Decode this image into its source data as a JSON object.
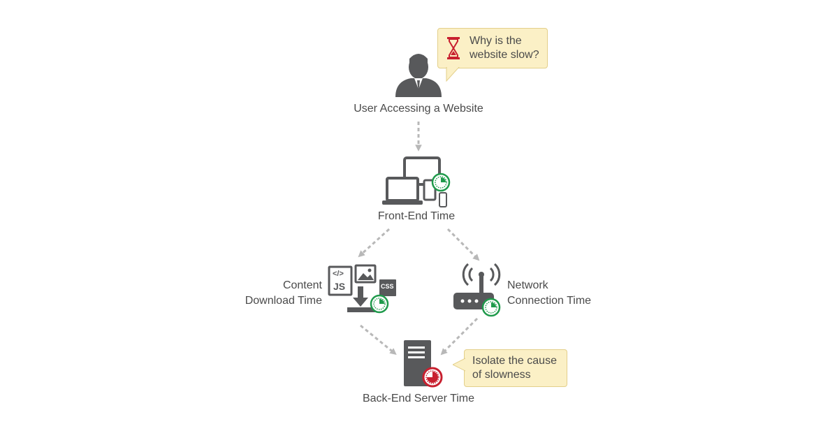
{
  "nodes": {
    "user": {
      "label": "User Accessing a Website",
      "bubble_line1": "Why is the",
      "bubble_line2": "website slow?"
    },
    "frontend": {
      "label": "Front-End Time"
    },
    "content": {
      "label_line1": "Content",
      "label_line2": "Download Time",
      "icon_js": "JS",
      "icon_code": "</>",
      "icon_css": "CSS"
    },
    "network": {
      "label_line1": "Network",
      "label_line2": "Connection Time"
    },
    "backend": {
      "label": "Back-End Server Time",
      "bubble_line1": "Isolate the cause",
      "bubble_line2": "of slowness"
    }
  },
  "colors": {
    "icon": "#58595b",
    "arrow": "#b8b8b8",
    "good_clock": "#1f9a4b",
    "bad_clock": "#c8202f",
    "bubble_fill": "#fbf0c6",
    "bubble_border": "#e3cf8a"
  },
  "icons": [
    "user-avatar-icon",
    "hourglass-icon",
    "devices-icon",
    "content-files-icon",
    "router-icon",
    "server-icon",
    "clock-icon"
  ]
}
